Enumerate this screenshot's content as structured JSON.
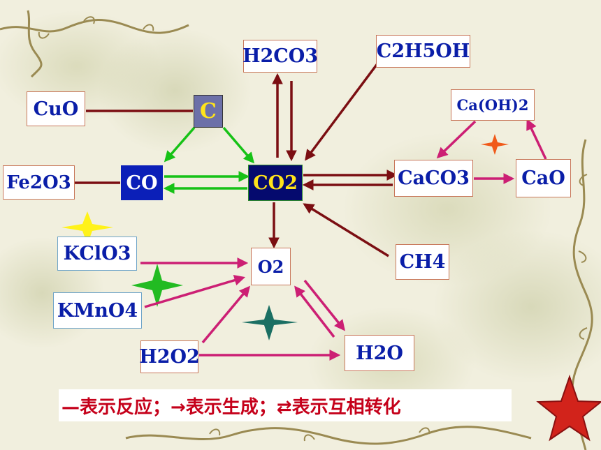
{
  "nodes": {
    "h2co3": "H2CO3",
    "c2h5oh": "C2H5OH",
    "cuo": "CuO",
    "c": "C",
    "caoh2": "Ca(OH)2",
    "fe2o3": "Fe2O3",
    "co": "CO",
    "co2": "CO2",
    "caco3": "CaCO3",
    "cao": "CaO",
    "kclo3": "KClO3",
    "o2": "O2",
    "ch4": "CH4",
    "kmno4": "KMnO4",
    "h2o2": "H2O2",
    "h2o": "H2O"
  },
  "legend": {
    "text": "—表示反应；→表示生成；⇄表示互相转化"
  },
  "colors": {
    "maroon_arrow": "#7b0e12",
    "green_arrow": "#16c216",
    "magenta_arrow": "#cc1f74",
    "node_text": "#0a1ea8",
    "legend_text": "#c5001a"
  }
}
